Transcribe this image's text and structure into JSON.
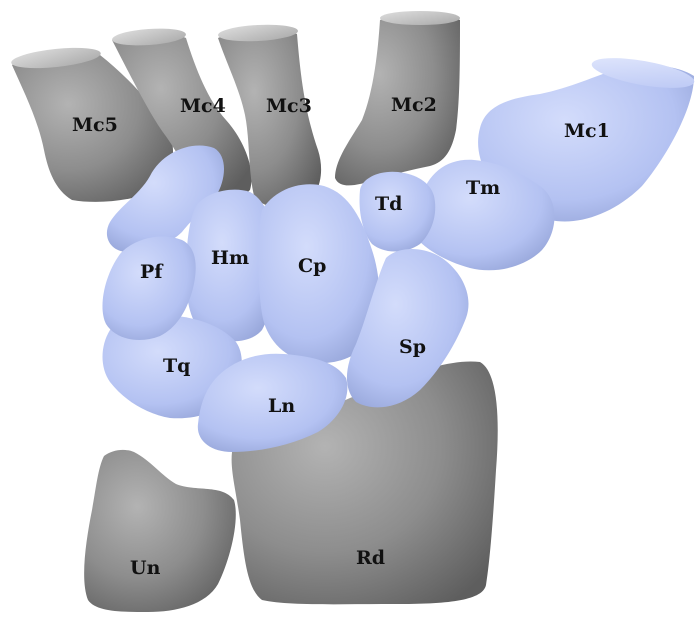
{
  "colors": {
    "background": "#ffffff",
    "carpal_bone": "#b4c2f2",
    "carpal_bone_shadow": "#7f8fc4",
    "gray_bone": "#8d8d8d",
    "gray_bone_dark": "#5e5e5e",
    "bone_cut_face": "#c8c8c8",
    "mc1_cut_face": "#cdd8fb",
    "label": "#111111"
  },
  "bones": {
    "metacarpal_5": "Mc5",
    "metacarpal_4": "Mc4",
    "metacarpal_3": "Mc3",
    "metacarpal_2": "Mc2",
    "metacarpal_1": "Mc1",
    "trapezoid": "Td",
    "trapezium": "Tm",
    "pisiform": "Pf",
    "hamate": "Hm",
    "capitate": "Cp",
    "triquetrum": "Tq",
    "scaphoid": "Sp",
    "lunate": "Ln",
    "ulna": "Un",
    "radius": "Rd"
  }
}
